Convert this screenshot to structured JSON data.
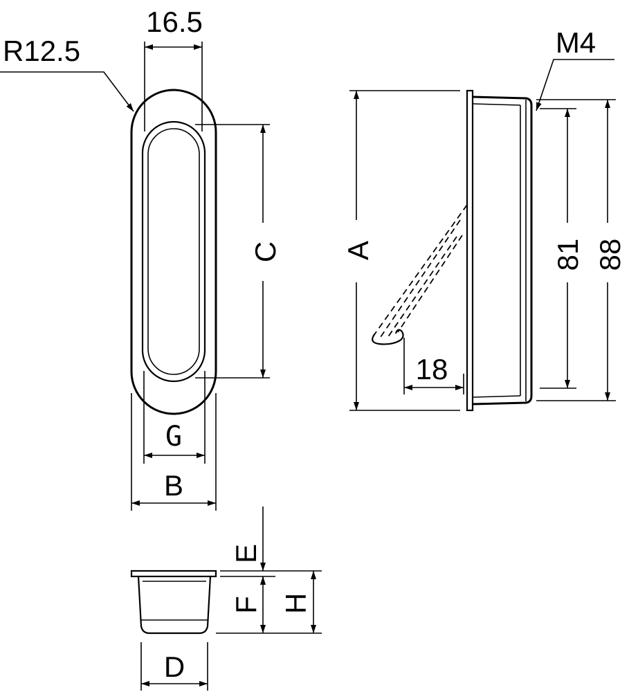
{
  "drawing": {
    "labels": {
      "width_top": "16.5",
      "radius": "R12.5",
      "thread": "M4",
      "dim_a": "A",
      "dim_b": "B",
      "dim_c": "C",
      "dim_d": "D",
      "dim_e": "E",
      "dim_f": "F",
      "dim_g": "G",
      "dim_h": "H",
      "dim_81": "81",
      "dim_88": "88",
      "dim_18": "18"
    }
  }
}
